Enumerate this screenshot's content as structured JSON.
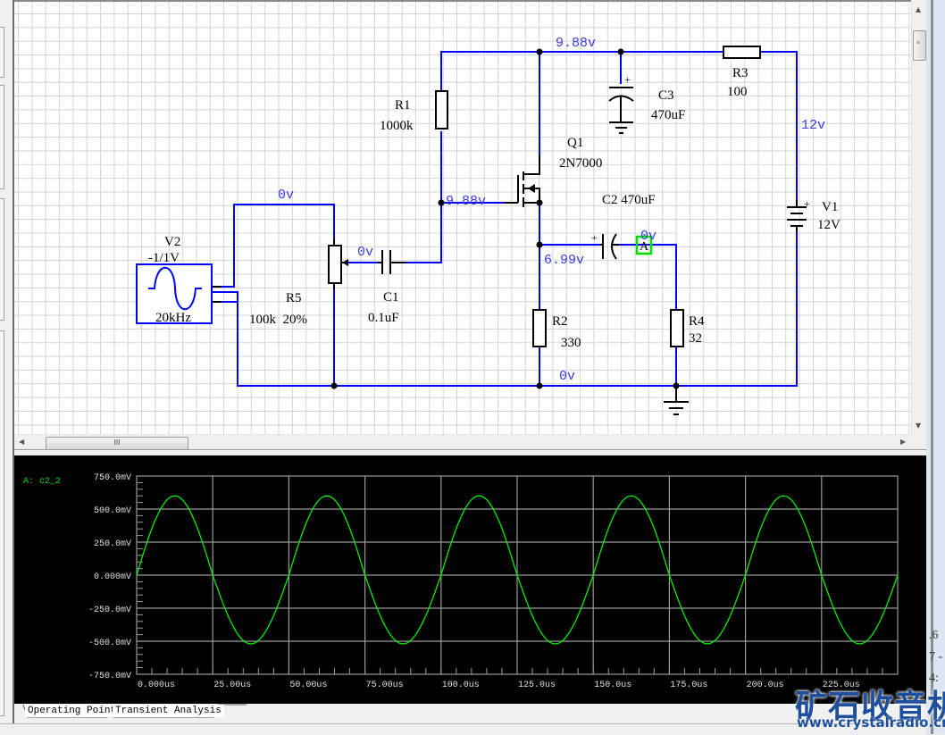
{
  "schematic": {
    "colors": {
      "wire": "#0000ff",
      "component": "#000000",
      "voltage_label": "#3a3ae6",
      "probe": "#00dd00"
    },
    "components": {
      "R1": {
        "name": "R1",
        "value": "1000k"
      },
      "R2": {
        "name": "R2",
        "value": "330"
      },
      "R3": {
        "name": "R3",
        "value": "100"
      },
      "R4": {
        "name": "R4",
        "value": "32"
      },
      "R5": {
        "name": "R5",
        "value": "100k  20%"
      },
      "C1": {
        "name": "C1",
        "value": "0.1uF"
      },
      "C2": {
        "name": "C2",
        "value": "470uF",
        "label": "C2 470uF"
      },
      "C3": {
        "name": "C3",
        "value": "470uF"
      },
      "Q1": {
        "name": "Q1",
        "value": "2N7000"
      },
      "V1": {
        "name": "V1",
        "value": "12V"
      },
      "V2": {
        "name": "V2",
        "value": "-1/1V",
        "freq": "20kHz"
      }
    },
    "node_voltages": {
      "top_rail": "9.88v",
      "gate": "9.88v",
      "supply": "12v",
      "source_node": "6.99v",
      "input_top": "0v",
      "wiper": "0v",
      "ground": "0v",
      "output": "0v"
    },
    "probe": {
      "label": "A"
    },
    "plus_sign": "+"
  },
  "scrollbars": {
    "h_grip": "III",
    "v_grip": "≡",
    "up": "▲",
    "down": "▼",
    "left": "◀",
    "right": "▶"
  },
  "scope": {
    "trace_label": "A: c2_2"
  },
  "tabs": [
    {
      "label": "Operating Point",
      "active": false
    },
    {
      "label": "Transient Analysis",
      "active": true
    }
  ],
  "watermark": {
    "chinese": "矿石收音机",
    "url": "www.crystalradio.cn"
  },
  "side_fragments": [
    ".6",
    "7 -",
    "4:"
  ],
  "chart_data": {
    "type": "line",
    "title": "",
    "series": [
      {
        "name": "A: c2_2",
        "color": "#00ee00",
        "amplitude_mV": 600,
        "frequency_kHz": 20,
        "phase_deg": 0,
        "offset_mV": 0
      }
    ],
    "x_range_us": [
      0,
      250
    ],
    "y_range_mV": [
      -750,
      750
    ],
    "x_ticks": [
      "0.000us",
      "25.00us",
      "50.00us",
      "75.00us",
      "100.0us",
      "125.0us",
      "150.0us",
      "175.0us",
      "200.0us",
      "225.0us"
    ],
    "x_tick_values": [
      0,
      25,
      50,
      75,
      100,
      125,
      150,
      175,
      200,
      225,
      250
    ],
    "y_ticks": [
      "750.0mV",
      "500.0mV",
      "250.0mV",
      "0.000mV",
      "-250.0mV",
      "-500.0mV",
      "-750.0mV"
    ],
    "y_tick_values": [
      750,
      500,
      250,
      0,
      -250,
      -500,
      -750
    ],
    "grid": true,
    "xlabel": "",
    "ylabel": "",
    "sample_points": [
      {
        "t_us": 0,
        "v_mV": 0
      },
      {
        "t_us": 12.5,
        "v_mV": 600
      },
      {
        "t_us": 25,
        "v_mV": 0
      },
      {
        "t_us": 37.5,
        "v_mV": -520
      },
      {
        "t_us": 50,
        "v_mV": 0
      }
    ],
    "note": "trace peaks ~+600mV, troughs ~-520mV, period 50us"
  }
}
